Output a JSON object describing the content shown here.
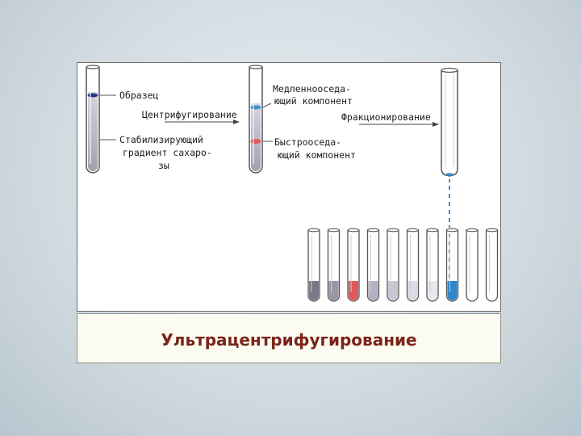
{
  "labels": {
    "sample": "Образец",
    "centrifugation": "Центрифугирование",
    "gradient_line1": "Стабилизирующий",
    "gradient_line2": "градиент сахаро-",
    "gradient_line3": "зы",
    "slow_line1": "Медленнооседа-",
    "slow_line2": "ющий компонент",
    "fractionation": "Фракционирование",
    "fast_line1": "Быстрооседа-",
    "fast_line2": "ющий компонент"
  },
  "caption": "Ультрацентрифугирование",
  "colors": {
    "gradient": "#b6aebf",
    "sample_band": "#2a3a8a",
    "slow_band": "#3b8fd0",
    "fast_band": "#e0585c",
    "caption_text": "#7b2418"
  },
  "fractions": [
    {
      "color": "#7d7688"
    },
    {
      "color": "#9c95a6"
    },
    {
      "color": "#e2585a"
    },
    {
      "color": "#b6b0c2"
    },
    {
      "color": "#c9c5d3"
    },
    {
      "color": "#dcdae4"
    },
    {
      "color": "#e8e7ee"
    },
    {
      "color": "#2f86c9"
    },
    {
      "color": "#ffffff"
    },
    {
      "color": "#ffffff"
    }
  ]
}
